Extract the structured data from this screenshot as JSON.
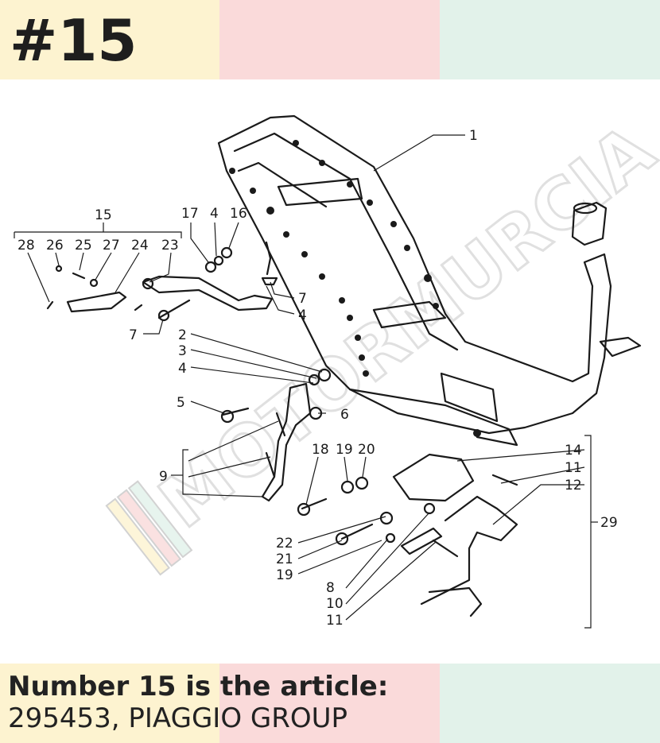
{
  "header": {
    "badge": "#15"
  },
  "watermark": {
    "text": "MOTORMURCIA"
  },
  "diagram": {
    "callouts": {
      "c1": "1",
      "c2": "2",
      "c3": "3",
      "c4a": "4",
      "c4b": "4",
      "c4c": "4",
      "c5": "5",
      "c6": "6",
      "c7a": "7",
      "c7b": "7",
      "c8": "8",
      "c9": "9",
      "c10": "10",
      "c11a": "11",
      "c11b": "11",
      "c12": "12",
      "c14": "14",
      "c15": "15",
      "c16": "16",
      "c17": "17",
      "c18": "18",
      "c19a": "19",
      "c19b": "19",
      "c20": "20",
      "c21": "21",
      "c22": "22",
      "c23": "23",
      "c24": "24",
      "c25": "25",
      "c26": "26",
      "c27": "27",
      "c28": "28",
      "c29": "29"
    }
  },
  "footer": {
    "line1": "Number 15 is the article:",
    "line2": "295453, PIAGGIO GROUP"
  },
  "colors": {
    "band_yellow": "#fdf3d0",
    "band_pink": "#fadada",
    "band_green": "#e2f2ea",
    "ink": "#1a1a1a"
  }
}
